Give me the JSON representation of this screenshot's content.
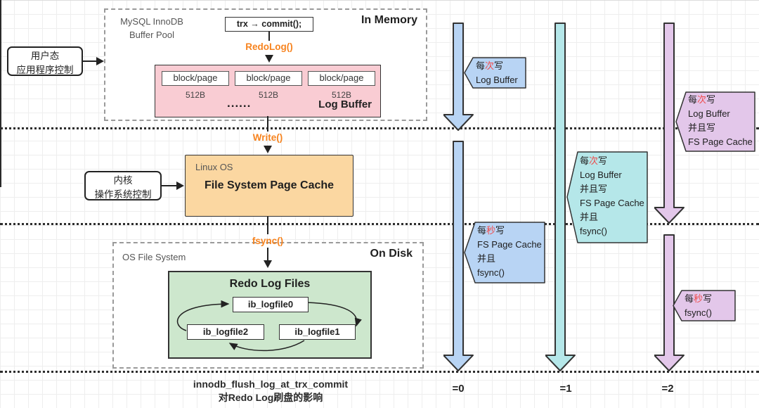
{
  "diagram": {
    "memory_section": {
      "container_label_line1": "MySQL InnoDB",
      "container_label_line2": "Buffer Pool",
      "zone_label": "In Memory",
      "trx_box": "trx → commit();",
      "redolog_call": "RedoLog()",
      "log_buffer": {
        "title": "Log Buffer",
        "ellipsis": "......",
        "blocks": [
          {
            "label": "block/page",
            "size": "512B"
          },
          {
            "label": "block/page",
            "size": "512B"
          },
          {
            "label": "block/page",
            "size": "512B"
          }
        ]
      }
    },
    "user_control_box": {
      "line1": "用户态",
      "line2": "应用程序控制"
    },
    "kernel_control_box": {
      "line1": "内核",
      "line2": "操作系统控制"
    },
    "os_section": {
      "write_call": "Write()",
      "os_label": "Linux OS",
      "cache_label": "File System Page Cache"
    },
    "disk_section": {
      "fsync_call": "fsync()",
      "container_label": "OS File System",
      "zone_label": "On Disk",
      "redo_files": {
        "title": "Redo Log Files",
        "file0": "ib_logfile0",
        "file1": "ib_logfile1",
        "file2": "ib_logfile2"
      }
    },
    "caption": {
      "line1": "innodb_flush_log_at_trx_commit",
      "line2": "对Redo Log刷盘的影响"
    },
    "modes": {
      "m0": "=0",
      "m1": "=1",
      "m2": "=2"
    },
    "callouts": {
      "mode0_memory": {
        "l1_pre": "每",
        "l1_red": "次",
        "l1_post": "写",
        "l2": "Log Buffer"
      },
      "mode2_memory": {
        "l1_pre": "每",
        "l1_red": "次",
        "l1_post": "写",
        "l2": "Log Buffer",
        "l3": "并且写",
        "l4": "FS Page Cache"
      },
      "mode1_os": {
        "l1_pre": "每",
        "l1_red": "次",
        "l1_post": "写",
        "l2": "Log Buffer",
        "l3": "并且写",
        "l4": "FS Page Cache",
        "l5": "并且",
        "l6": "fsync()"
      },
      "mode0_disk": {
        "l1_pre": "每",
        "l1_red": "秒",
        "l1_post": "写",
        "l2": "FS Page Cache",
        "l3": "并且",
        "l4": "fsync()"
      },
      "mode2_disk": {
        "l1_pre": "每",
        "l1_red": "秒",
        "l1_post": "写",
        "l2": "fsync()"
      }
    },
    "colors": {
      "blue": "#b8d4f4",
      "cyan": "#b5e7e9",
      "purple": "#e3c7ea",
      "pink": "#f9ccd3",
      "orange_box": "#fbd7a1",
      "green": "#cde7cd",
      "accent_orange": "#f7831e",
      "red_char": "#f04b4b"
    }
  }
}
